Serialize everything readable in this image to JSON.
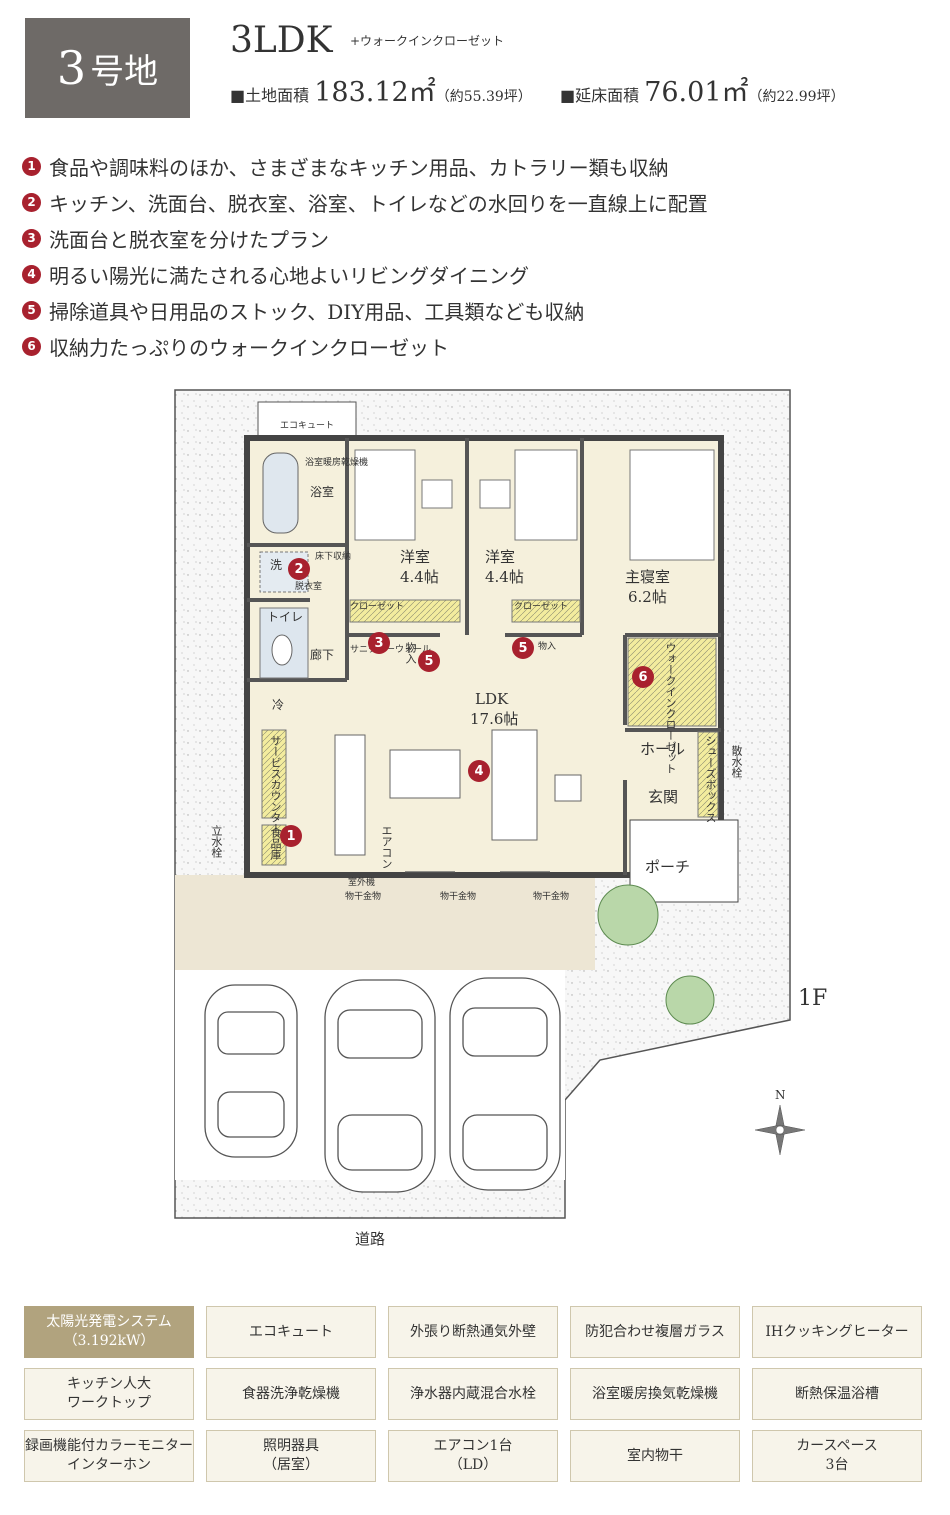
{
  "header": {
    "lot_number": "3",
    "lot_suffix": "号地",
    "layout": "3LDK",
    "layout_extra": "+ウォークインクローゼット",
    "land_area_label": "■土地面積",
    "land_area_value": "183.12㎡",
    "land_area_tsubo": "（約55.39坪）",
    "floor_area_label": "■延床面積",
    "floor_area_value": "76.01㎡",
    "floor_area_tsubo": "（約22.99坪）"
  },
  "features": [
    {
      "num": "1",
      "text": "食品や調味料のほか、さまざまなキッチン用品、カトラリー類も収納"
    },
    {
      "num": "2",
      "text": "キッチン、洗面台、脱衣室、浴室、トイレなどの水回りを一直線上に配置"
    },
    {
      "num": "3",
      "text": "洗面台と脱衣室を分けたプラン"
    },
    {
      "num": "4",
      "text": "明るい陽光に満たされる心地よいリビングダイニング"
    },
    {
      "num": "5",
      "text": "掃除道具や日用品のストック、DIY用品、工具類なども収納"
    },
    {
      "num": "6",
      "text": "収納力たっぷりのウォークインクローゼット"
    }
  ],
  "plan": {
    "ecocute": "エコキュート",
    "bath": "浴室",
    "bath_heater": "浴室暖房乾燥機",
    "wash": "洗",
    "floor_storage": "床下収納",
    "dressing": "脱衣室",
    "toilet": "トイレ",
    "hallway": "廊下",
    "fridge": "冷",
    "service_counter": "サービスカウンター",
    "pantry": "食品庫",
    "sanitary_wall": "サニタリーウォール",
    "storage": "物入",
    "room1_name": "洋室",
    "room1_size": "4.4帖",
    "room2_name": "洋室",
    "room2_size": "4.4帖",
    "master_name": "主寝室",
    "master_size": "6.2帖",
    "closet": "クローゼット",
    "wic": "ウォークインクローゼット",
    "ldk_name": "LDK",
    "ldk_size": "17.6帖",
    "aircon": "エアコン",
    "hall": "ホール",
    "shoe_box": "シューズボックス",
    "entrance": "玄関",
    "porch": "ポーチ",
    "outdoor_unit": "室外機",
    "laundry_pole": "物干金物",
    "standing_faucet": "立水栓",
    "sprinkler": "散水栓",
    "floor_label": "1F",
    "north": "N",
    "road": "道路"
  },
  "equipment": [
    {
      "label": "太陽光発電システム\n（3.192kW）",
      "highlight": true
    },
    {
      "label": "エコキュート",
      "highlight": false
    },
    {
      "label": "外張り断熱通気外壁",
      "highlight": false
    },
    {
      "label": "防犯合わせ複層ガラス",
      "highlight": false
    },
    {
      "label": "IHクッキングヒーター",
      "highlight": false
    },
    {
      "label": "キッチン人大\nワークトップ",
      "highlight": false
    },
    {
      "label": "食器洗浄乾燥機",
      "highlight": false
    },
    {
      "label": "浄水器内蔵混合水栓",
      "highlight": false
    },
    {
      "label": "浴室暖房換気乾燥機",
      "highlight": false
    },
    {
      "label": "断熱保温浴槽",
      "highlight": false
    },
    {
      "label": "録画機能付カラーモニター\nインターホン",
      "highlight": false
    },
    {
      "label": "照明器具\n（居室）",
      "highlight": false
    },
    {
      "label": "エアコン1台\n（LD）",
      "highlight": false
    },
    {
      "label": "室内物干",
      "highlight": false
    },
    {
      "label": "カースペース\n3台",
      "highlight": false
    }
  ],
  "colors": {
    "badge": "#6e6a67",
    "marker": "#a8212e",
    "floor": "#f5f0dc",
    "equipment_highlight": "#b1a37e"
  }
}
